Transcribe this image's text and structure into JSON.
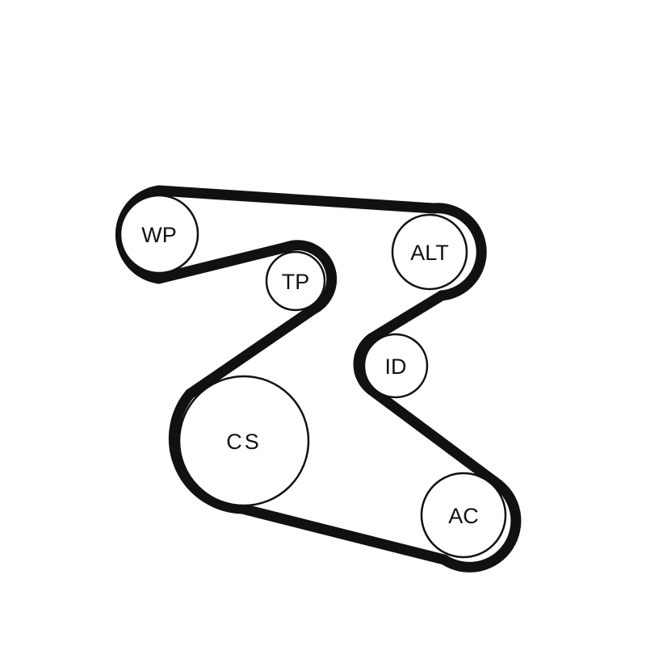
{
  "diagram": {
    "title": "",
    "belt": {
      "color": "#111111"
    },
    "pulleys": [
      {
        "id": "wp",
        "label": "WP"
      },
      {
        "id": "tp",
        "label": "TP"
      },
      {
        "id": "alt",
        "label": "ALT"
      },
      {
        "id": "id",
        "label": "ID"
      },
      {
        "id": "cs",
        "label": "CS"
      },
      {
        "id": "ac",
        "label": "AC"
      }
    ]
  }
}
